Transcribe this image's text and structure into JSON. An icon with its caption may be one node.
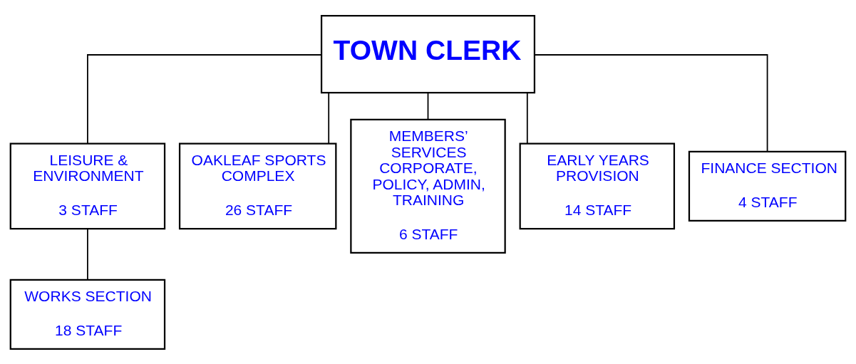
{
  "diagram": {
    "nodes": [
      {
        "text": [
          "TOWN CLERK"
        ]
      },
      {
        "text": [
          "LEISURE & ENVIRONMENT",
          "3 STAFF"
        ]
      },
      {
        "text": [
          "OAKLEAF SPORTS COMPLEX",
          "26 STAFF"
        ]
      },
      {
        "text": [
          "MEMBERS’ SERVICES CORPORATE, POLICY, ADMIN, TRAINING",
          "6 STAFF"
        ]
      },
      {
        "text": [
          "EARLY YEARS PROVISION",
          "14 STAFF"
        ]
      },
      {
        "text": [
          "FINANCE SECTION",
          "4 STAFF"
        ]
      },
      {
        "text": [
          "WORKS SECTION",
          "18 STAFF"
        ]
      }
    ],
    "edges": [
      {
        "from": 0,
        "to": 1,
        "arrow": "none"
      },
      {
        "from": 0,
        "to": 2,
        "arrow": "none"
      },
      {
        "from": 0,
        "to": 3,
        "arrow": "none"
      },
      {
        "from": 0,
        "to": 4,
        "arrow": "none"
      },
      {
        "from": 0,
        "to": 5,
        "arrow": "none"
      },
      {
        "from": 1,
        "to": 6,
        "arrow": "none"
      }
    ]
  }
}
